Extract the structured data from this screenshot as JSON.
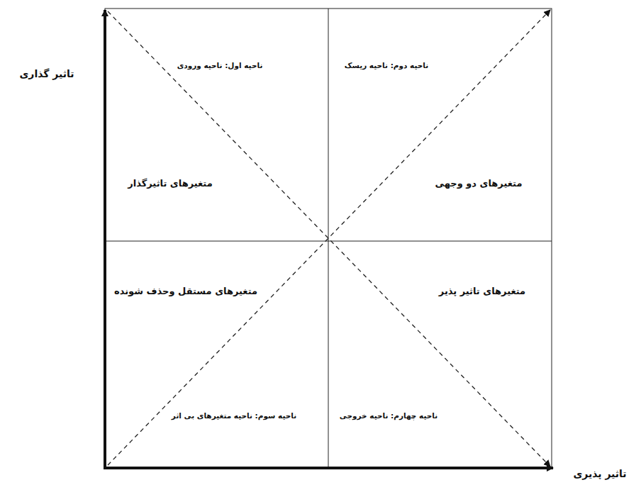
{
  "diagram": {
    "nodes": [
      {
        "text": [
          "ناحیه اول: ناحیه ورودی",
          "متغیرهای تاثیرگذار"
        ]
      },
      {
        "text": [
          "ناحیه دوم: ناحیه ریسک",
          "متغیرهای دو وجهی"
        ]
      },
      {
        "text": [
          "متغیرهای مستقل وحذف شونده",
          "ناحیه سوم: ناحیه متغیرهای بی اثر"
        ]
      },
      {
        "text": [
          "متغیرهای تاثیر پذیر",
          "ناحیه چهارم: ناحیه خروجی"
        ]
      }
    ],
    "labels": [
      "تاثیر گذاری",
      "تاثیر پذیری"
    ]
  }
}
